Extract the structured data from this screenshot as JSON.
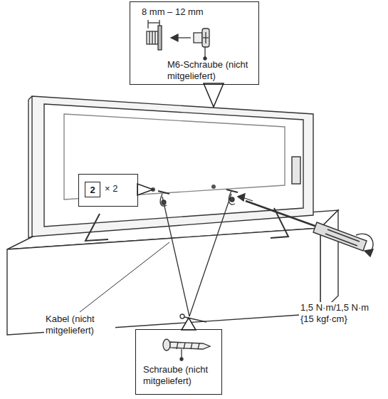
{
  "diagram": {
    "nodes": [
      {
        "text": [
          "8 mm – 12 mm",
          "M6-Schraube (nicht mitgeliefert)"
        ]
      },
      {
        "text": [
          "2",
          "× 2"
        ]
      },
      {
        "text": [
          "Schraube (nicht mitgeliefert)"
        ]
      }
    ],
    "labels": [
      "Kabel (nicht mitgeliefert)",
      "1,5 N·m/1,5 N·m {15 kgf·cm}"
    ]
  }
}
